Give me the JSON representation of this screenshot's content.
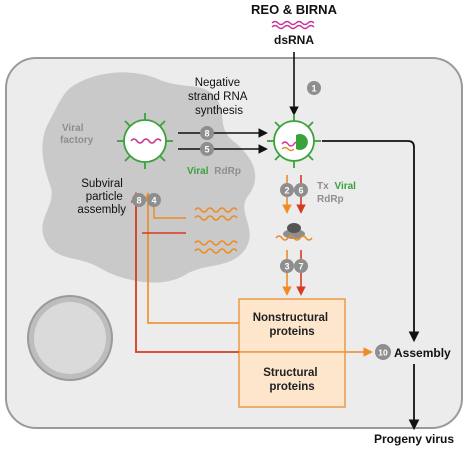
{
  "title": "REO & BIRNA",
  "dsrna_label": "dsRNA",
  "viral_factory_label": [
    "Viral",
    "factory"
  ],
  "neg_strand_label": [
    "Negative",
    "strand RNA",
    "synthesis"
  ],
  "viral_rdrp_left": {
    "viral": "Viral",
    "rdrp": "RdRp"
  },
  "tx_viral_rdrp": {
    "tx": "Tx",
    "viral": "Viral",
    "rdrp": "RdRp"
  },
  "subviral_label": [
    "Subviral",
    "particle",
    "assembly"
  ],
  "nonstructural_label": [
    "Nonstructural",
    "proteins"
  ],
  "structural_label": [
    "Structural",
    "proteins"
  ],
  "assembly_label": "Assembly",
  "progeny_label": "Progeny virus",
  "steps": {
    "s1": "1",
    "s2": "2",
    "s3": "3",
    "s4": "4",
    "s5": "5",
    "s6": "6",
    "s7": "7",
    "s8": "8",
    "s10": "10"
  },
  "colors": {
    "cell_fill": "#ececec",
    "cell_stroke": "#9a9a9a",
    "factory": "#c9c9c9",
    "badge": "#8e8e8e",
    "green": "#3aa23a",
    "pink": "#cc3399",
    "orange": "#f08a24",
    "red": "#d63a20",
    "box_fill": "#fde6cc",
    "box_stroke": "#e99540",
    "black": "#111111"
  }
}
